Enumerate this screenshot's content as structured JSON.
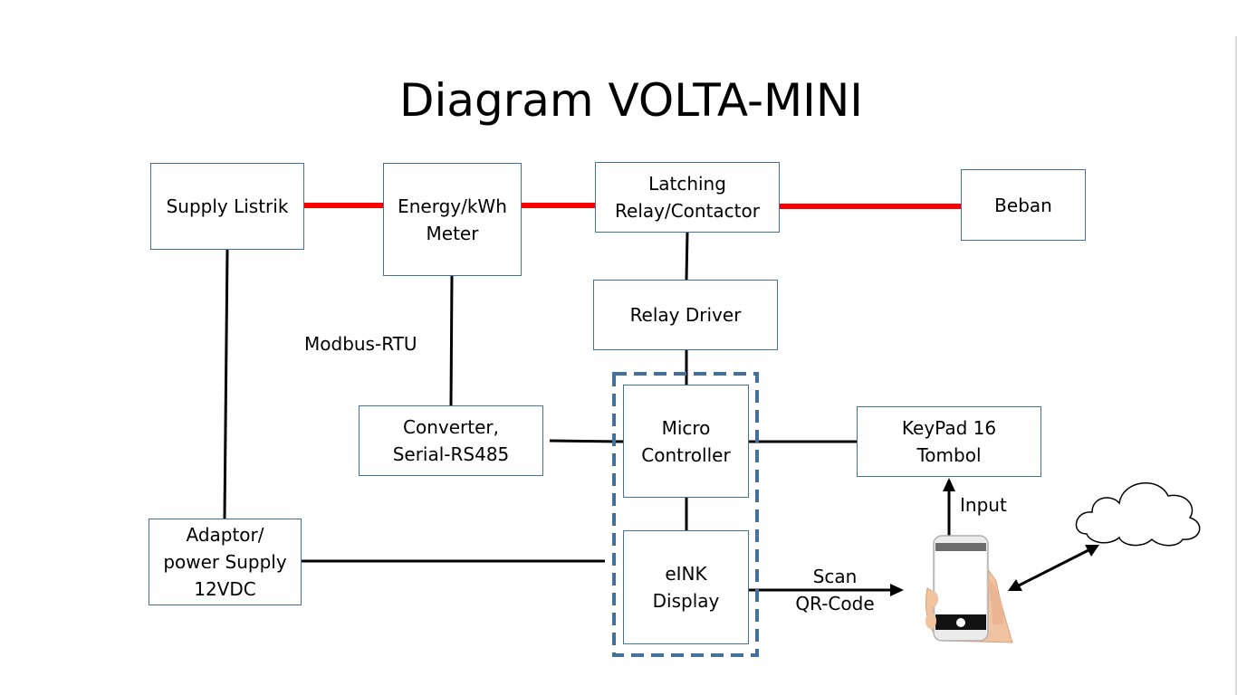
{
  "diagram": {
    "title": "Diagram VOLTA-MINI",
    "nodes": {
      "supply_listrik": "Supply Listrik",
      "energy_meter": "Energy/kWh\nMeter",
      "latching_relay": "Latching\nRelay/Contactor",
      "beban": "Beban",
      "relay_driver": "Relay Driver",
      "converter": "Converter,\nSerial-RS485",
      "micro_controller": "Micro\nController",
      "keypad": "KeyPad 16\nTombol",
      "adaptor": "Adaptor/\npower Supply\n12VDC",
      "eink_display": "eINK\nDisplay"
    },
    "edge_labels": {
      "modbus": "Modbus-RTU",
      "input": "Input",
      "scan": "Scan\nQR-Code"
    },
    "colors": {
      "power_line": "#ff0000",
      "box_border": "#41719c",
      "group_dash": "#41719c",
      "signal_line": "#000000"
    },
    "icons": [
      "smartphone-in-hand-icon",
      "cloud-icon"
    ]
  }
}
